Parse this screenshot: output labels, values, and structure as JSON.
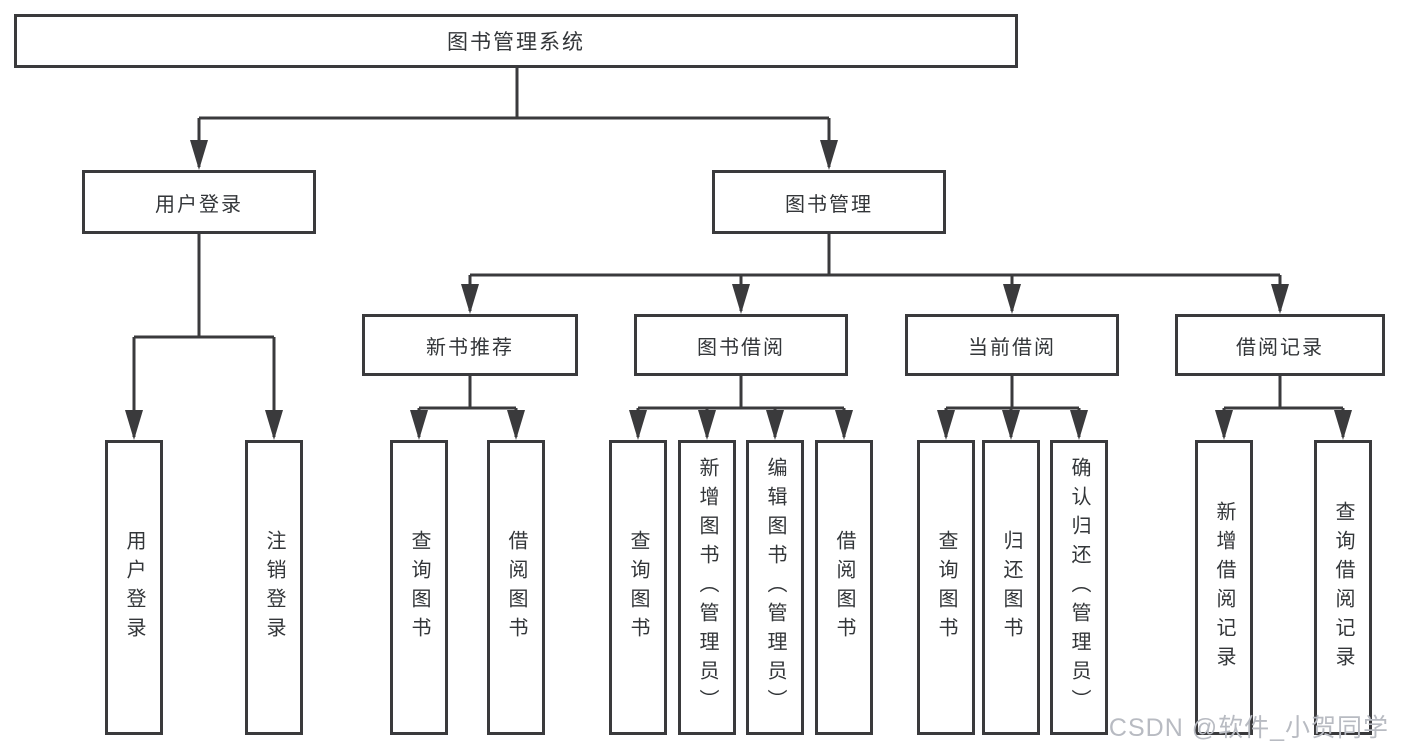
{
  "colors": {
    "background": "#ffffff",
    "line": "#3a3a3c",
    "text": "#333639",
    "watermark": "#b8bbc2"
  },
  "watermark": {
    "text": "CSDN @软件_小贺同学"
  },
  "tree": {
    "label": "图书管理系统",
    "children": [
      {
        "label": "用户登录",
        "children": [
          {
            "label": "用户登录"
          },
          {
            "label": "注销登录"
          }
        ]
      },
      {
        "label": "图书管理",
        "children": [
          {
            "label": "新书推荐",
            "children": [
              {
                "label": "查询图书"
              },
              {
                "label": "借阅图书"
              }
            ]
          },
          {
            "label": "图书借阅",
            "children": [
              {
                "label": "查询图书"
              },
              {
                "label": "新增图书（管理员）"
              },
              {
                "label": "编辑图书（管理员）"
              },
              {
                "label": "借阅图书"
              }
            ]
          },
          {
            "label": "当前借阅",
            "children": [
              {
                "label": "查询图书"
              },
              {
                "label": "归还图书"
              },
              {
                "label": "确认归还（管理员）"
              }
            ]
          },
          {
            "label": "借阅记录",
            "children": [
              {
                "label": "新增借阅记录"
              },
              {
                "label": "查询借阅记录"
              }
            ]
          }
        ]
      }
    ]
  }
}
